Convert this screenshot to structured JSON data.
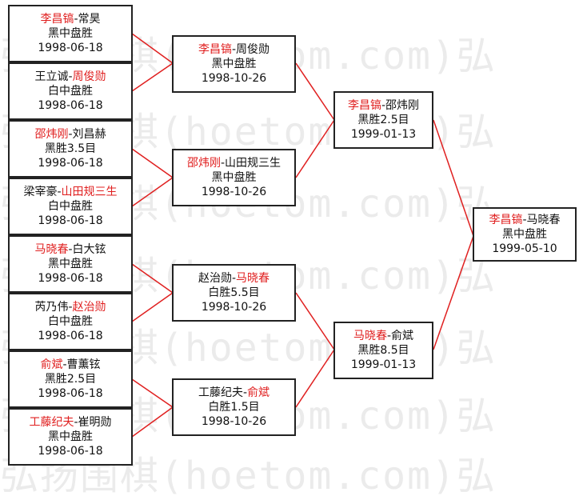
{
  "watermark": [
    "弘扬围棋(hoetom.com)弘",
    "弘扬围棋(hoetom.com)弘",
    "弘扬围棋(hoetom.com)弘",
    "弘扬围棋(hoetom.com)弘",
    "弘扬围棋(hoetom.com)弘",
    "弘扬围棋(hoetom.com)弘",
    "弘扬围棋(hoetom.com)弘"
  ],
  "colors": {
    "winner": "#e02020",
    "line": "#e02020",
    "border": "#222222"
  },
  "matches": [
    {
      "p1": "李昌镐",
      "p2": "常昊",
      "winner": 1,
      "result": "黑中盘胜",
      "date": "1998-06-18"
    },
    {
      "p1": "王立诚",
      "p2": "周俊勋",
      "winner": 2,
      "result": "白中盘胜",
      "date": "1998-06-18"
    },
    {
      "p1": "邵炜刚",
      "p2": "刘昌赫",
      "winner": 1,
      "result": "黑胜3.5目",
      "date": "1998-06-18"
    },
    {
      "p1": "梁宰豪",
      "p2": "山田规三生",
      "winner": 2,
      "result": "白中盘胜",
      "date": "1998-06-18"
    },
    {
      "p1": "马晓春",
      "p2": "白大铉",
      "winner": 1,
      "result": "黑中盘胜",
      "date": "1998-06-18"
    },
    {
      "p1": "芮乃伟",
      "p2": "赵治勋",
      "winner": 2,
      "result": "白中盘胜",
      "date": "1998-06-18"
    },
    {
      "p1": "俞斌",
      "p2": "曹薰铉",
      "winner": 1,
      "result": "黑胜2.5目",
      "date": "1998-06-18"
    },
    {
      "p1": "工藤纪夫",
      "p2": "崔明勋",
      "winner": 1,
      "result": "黑中盘胜",
      "date": "1998-06-18"
    },
    {
      "p1": "李昌镐",
      "p2": "周俊勋",
      "winner": 1,
      "result": "黑中盘胜",
      "date": "1998-10-26"
    },
    {
      "p1": "邵炜刚",
      "p2": "山田规三生",
      "winner": 1,
      "result": "黑中盘胜",
      "date": "1998-10-26"
    },
    {
      "p1": "赵治勋",
      "p2": "马晓春",
      "winner": 2,
      "result": "白胜5.5目",
      "date": "1998-10-26"
    },
    {
      "p1": "工藤纪夫",
      "p2": "俞斌",
      "winner": 2,
      "result": "白胜1.5目",
      "date": "1998-10-26"
    },
    {
      "p1": "李昌镐",
      "p2": "邵炜刚",
      "winner": 1,
      "result": "黑胜2.5目",
      "date": "1999-01-13"
    },
    {
      "p1": "马晓春",
      "p2": "俞斌",
      "winner": 1,
      "result": "黑胜8.5目",
      "date": "1999-01-13"
    },
    {
      "p1": "李昌镐",
      "p2": "马晓春",
      "winner": 1,
      "result": "黑中盘胜",
      "date": "1999-05-10"
    }
  ]
}
